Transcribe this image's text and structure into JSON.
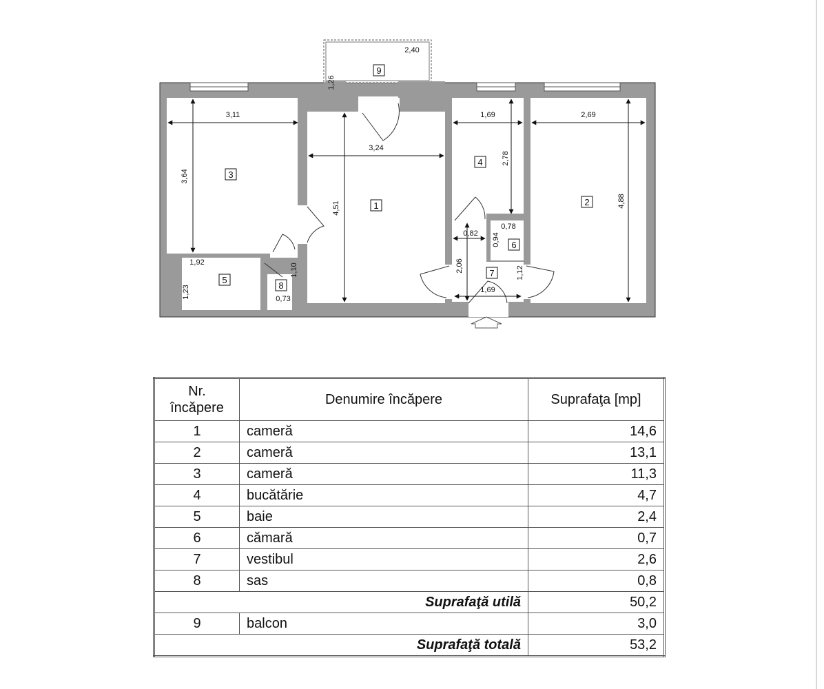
{
  "plan": {
    "rooms": [
      {
        "nr": "1"
      },
      {
        "nr": "2"
      },
      {
        "nr": "3"
      },
      {
        "nr": "4"
      },
      {
        "nr": "5"
      },
      {
        "nr": "6"
      },
      {
        "nr": "7"
      },
      {
        "nr": "8"
      },
      {
        "nr": "9"
      }
    ],
    "dimensions": [
      "2,40",
      "1,26",
      "3,11",
      "3,64",
      "3,24",
      "4,51",
      "1,69",
      "2,78",
      "2,69",
      "4,88",
      "0,78",
      "0,82",
      "0,94",
      "1,92",
      "1,10",
      "1,23",
      "0,73",
      "2,06",
      "1,12",
      "1,69"
    ]
  },
  "table": {
    "header": {
      "nr": "Nr.\nîncăpere",
      "name": "Denumire încăpere",
      "area": "Suprafaţa [mp]"
    },
    "rows": [
      {
        "nr": "1",
        "name": "cameră",
        "area": "14,6"
      },
      {
        "nr": "2",
        "name": "cameră",
        "area": "13,1"
      },
      {
        "nr": "3",
        "name": "cameră",
        "area": "11,3"
      },
      {
        "nr": "4",
        "name": "bucătărie",
        "area": "4,7"
      },
      {
        "nr": "5",
        "name": "baie",
        "area": "2,4"
      },
      {
        "nr": "6",
        "name": "cămară",
        "area": "0,7"
      },
      {
        "nr": "7",
        "name": "vestibul",
        "area": "2,6"
      },
      {
        "nr": "8",
        "name": "sas",
        "area": "0,8"
      }
    ],
    "subtotal": {
      "label": "Suprafaţă utilă",
      "area": "50,2"
    },
    "balcony": {
      "nr": "9",
      "name": "balcon",
      "area": "3,0"
    },
    "total": {
      "label": "Suprafaţă totală",
      "area": "53,2"
    }
  }
}
